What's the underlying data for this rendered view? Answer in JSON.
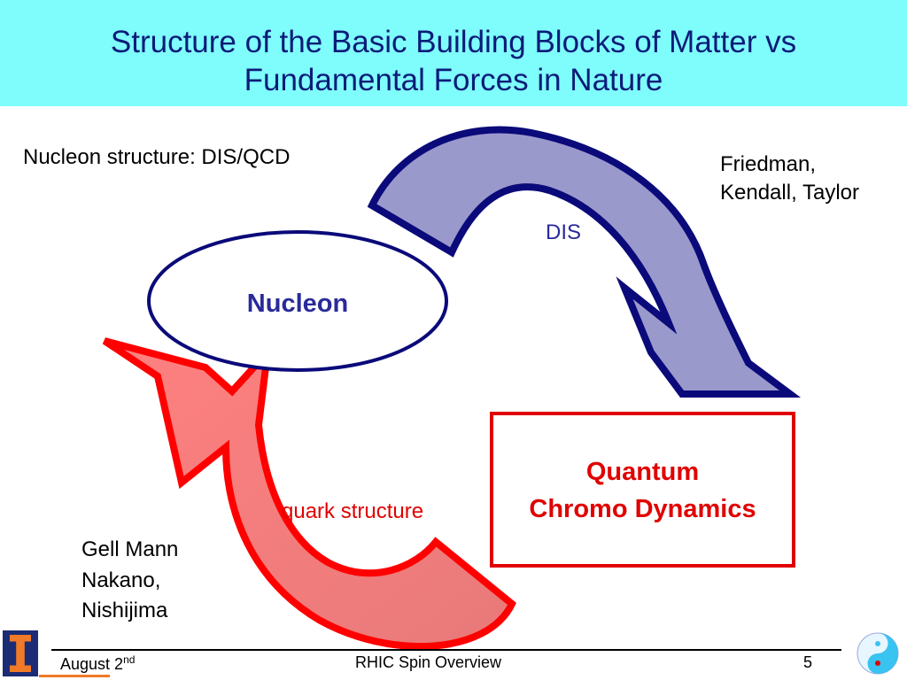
{
  "slide": {
    "title_line1": "Structure of the Basic Building Blocks of Matter vs",
    "title_line2": "Fundamental Forces in Nature"
  },
  "labels": {
    "nucleon_structure": "Nucleon structure: DIS/QCD",
    "fkt_line1": "Friedman,",
    "fkt_line2": "Kendall, Taylor",
    "dis": "DIS",
    "quark_structure": "quark structure",
    "gmnn_line1": "Gell Mann",
    "gmnn_line2": "Nakano,",
    "gmnn_line3": "Nishijima"
  },
  "nodes": {
    "nucleon": "Nucleon",
    "qcd_line1": "Quantum",
    "qcd_line2": "Chromo Dynamics"
  },
  "footer": {
    "date": "August 2",
    "date_sup": "nd",
    "center": "RHIC Spin Overview",
    "page": "5"
  },
  "colors": {
    "title_bg": "#7ffcfc",
    "title_text": "#0b1c78",
    "blue_arrow_fill": "#9a99cc",
    "blue_arrow_stroke": "#0a0a7a",
    "red_arrow_fill": "#f58c8c",
    "red_arrow_stroke": "#ff0000",
    "nucleon_text": "#2a2a9a",
    "qcd_text": "#e00000"
  }
}
